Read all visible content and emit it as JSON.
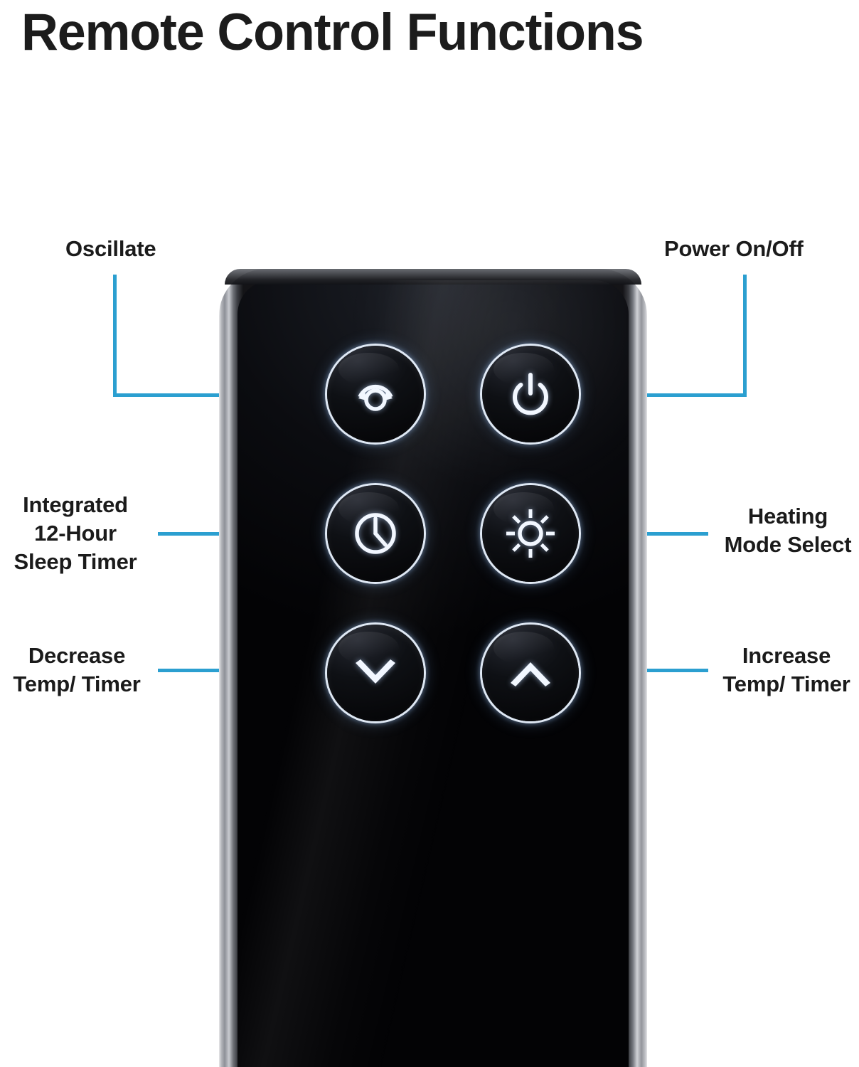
{
  "page": {
    "title": "Remote Control Functions",
    "accent_color": "#2b9fd0",
    "text_color": "#1b1b1b",
    "background_color": "#ffffff"
  },
  "device": {
    "name": "remote-control",
    "body_color": "#050507",
    "bezel_color": "#b7b9be"
  },
  "callouts": [
    {
      "id": "oscillate",
      "icon": "oscillate-icon",
      "side": "left",
      "lines": [
        "Oscillate"
      ]
    },
    {
      "id": "power",
      "icon": "power-icon",
      "side": "right",
      "lines": [
        "Power On/Off"
      ]
    },
    {
      "id": "sleep-timer",
      "icon": "clock-icon",
      "side": "left",
      "lines": [
        "Integrated",
        "12-Hour",
        "Sleep Timer"
      ]
    },
    {
      "id": "heating-mode",
      "icon": "sun-icon",
      "side": "right",
      "lines": [
        "Heating",
        "Mode Select"
      ]
    },
    {
      "id": "decrease",
      "icon": "chevron-down-icon",
      "side": "left",
      "lines": [
        "Decrease",
        "Temp/ Timer"
      ]
    },
    {
      "id": "increase",
      "icon": "chevron-up-icon",
      "side": "right",
      "lines": [
        "Increase",
        "Temp/ Timer"
      ]
    }
  ],
  "buttons": {
    "oscillate": {
      "label": "Oscillate",
      "icon": "oscillate-icon"
    },
    "power": {
      "label": "Power On/Off",
      "icon": "power-icon"
    },
    "timer": {
      "label": "Integrated 12-Hour Sleep Timer",
      "icon": "clock-icon"
    },
    "heating": {
      "label": "Heating Mode Select",
      "icon": "sun-icon"
    },
    "decrease": {
      "label": "Decrease Temp/ Timer",
      "icon": "chevron-down-icon"
    },
    "increase": {
      "label": "Increase Temp/ Timer",
      "icon": "chevron-up-icon"
    }
  }
}
